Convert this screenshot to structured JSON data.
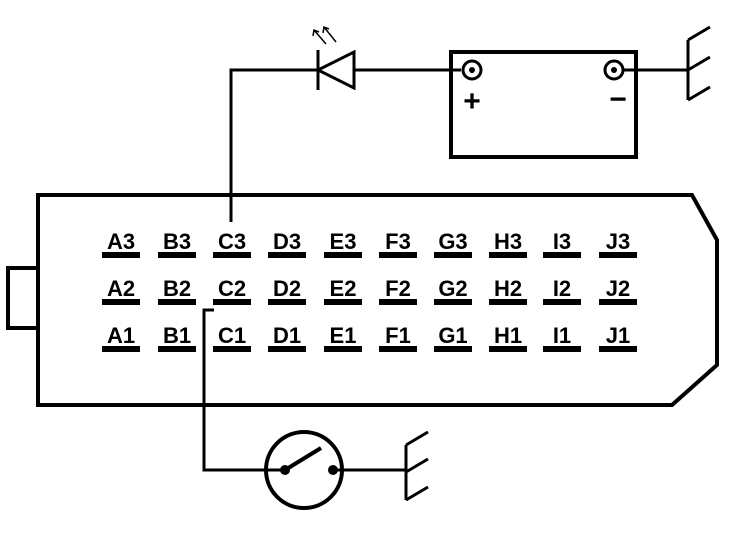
{
  "connector": {
    "columns": [
      "A",
      "B",
      "C",
      "D",
      "E",
      "F",
      "G",
      "H",
      "I",
      "J"
    ],
    "rows": [
      "3",
      "2",
      "1"
    ],
    "pins": [
      [
        "A3",
        "B3",
        "C3",
        "D3",
        "E3",
        "F3",
        "G3",
        "H3",
        "I3",
        "J3"
      ],
      [
        "A2",
        "B2",
        "C2",
        "D2",
        "E2",
        "F2",
        "G2",
        "H2",
        "I2",
        "J2"
      ],
      [
        "A1",
        "B1",
        "C1",
        "D1",
        "E1",
        "F1",
        "G1",
        "H1",
        "I1",
        "J1"
      ]
    ]
  },
  "battery": {
    "positive_symbol": "+",
    "negative_symbol": "−"
  },
  "wiring": {
    "led_pin": "C3",
    "switch_pin": "C2"
  },
  "colors": {
    "line": "#000000",
    "background": "#ffffff"
  },
  "icons": {
    "led": "led-icon",
    "battery": "battery-icon",
    "switch": "switch-icon",
    "ground": "ground-icon"
  }
}
